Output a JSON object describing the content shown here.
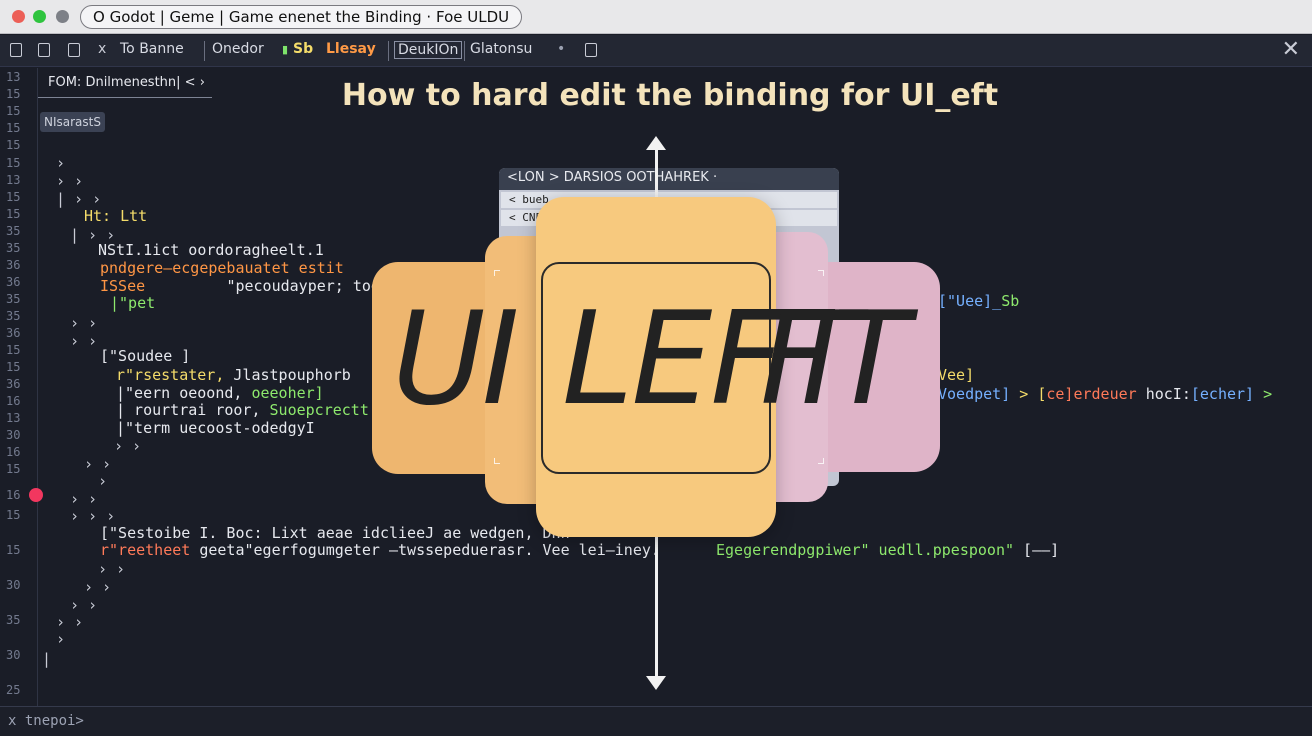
{
  "window": {
    "title": "O Godot | Geme | Game enenet the Binding · Foe ULDU"
  },
  "toolbar": {
    "items": [
      "To Banne",
      "Onedor",
      "Llesay",
      "DeukIOn",
      "Glatonsu"
    ],
    "colored_mark": "Sb"
  },
  "breadcrumb": "FOM: Dnilmenesthn| <",
  "badge": "NIsarastS",
  "heading": "How to hard edit the binding for UI_eft",
  "gutter": {
    "numbers": [
      "13",
      "15",
      "15",
      "15",
      "15",
      "15",
      "13",
      "15",
      "15",
      "35",
      "35",
      "36",
      "36",
      "35",
      "35",
      "36",
      "15",
      "15",
      "36",
      "16",
      "13",
      "30",
      "16",
      "15",
      "16",
      "15",
      "15",
      "30",
      "35",
      "30",
      "25"
    ]
  },
  "code": {
    "l1": "Ht: Ltt",
    "l2": "NStI.1ict  oordoragheelt.1",
    "l3": "pndgere—eсgepebauatet estit",
    "l4": "ISSee         ",
    "l4b": "\"pecoudayper; toepert 7i",
    "l5": "|\"pet",
    "l6": "[\"Soudee ]",
    "l7a": "r\"rsestater, ",
    "l7b": "Jlаstpouphorb",
    "l8a": "|\"eern  oeoond, ",
    "l8b": "oeeoher]",
    "l9a": "|  rourtrai roor, ",
    "l9b": "Suoepcrectt",
    "l10": "|\"term  uecoost-odedgyI",
    "l11": "[\"Sestoibe  I. Boc: Lixt aeae idclieeJ ae wedgen, Dnn",
    "l12a": "r\"reetheet ",
    "l12b": "geeta\"egerfogumgeter –twssepeduerasr. Vee lei–iney.",
    "l12c": "Egegerendpgpiwer\" uedll.ppespoon\"",
    "l12d": " [––]",
    "r1": "[\"Uee]_",
    "r1b": "Sb",
    "r2": "Vee]",
    "r3a": "Voedpet] ",
    "r3b": "> [",
    "r3c": "ce]erdeuer",
    "r3d": " hocI:",
    "r3e": "[echer]",
    "r3f": " >"
  },
  "popup": {
    "header": "<LON  >  DARSIOS OOTHAHREK ·",
    "row1": "< bueb",
    "row2": "< CNE"
  },
  "cards": {
    "ui": "UI",
    "left": "LEFT",
    "ft": "FT"
  },
  "status": {
    "text": "x tnepoi>"
  },
  "colors": {
    "background": "#1a1d27",
    "heading": "#f4e3bb",
    "card_orange": "#f7c97e",
    "card_pink": "#dfb4c8",
    "breakpoint": "#f2375f"
  }
}
